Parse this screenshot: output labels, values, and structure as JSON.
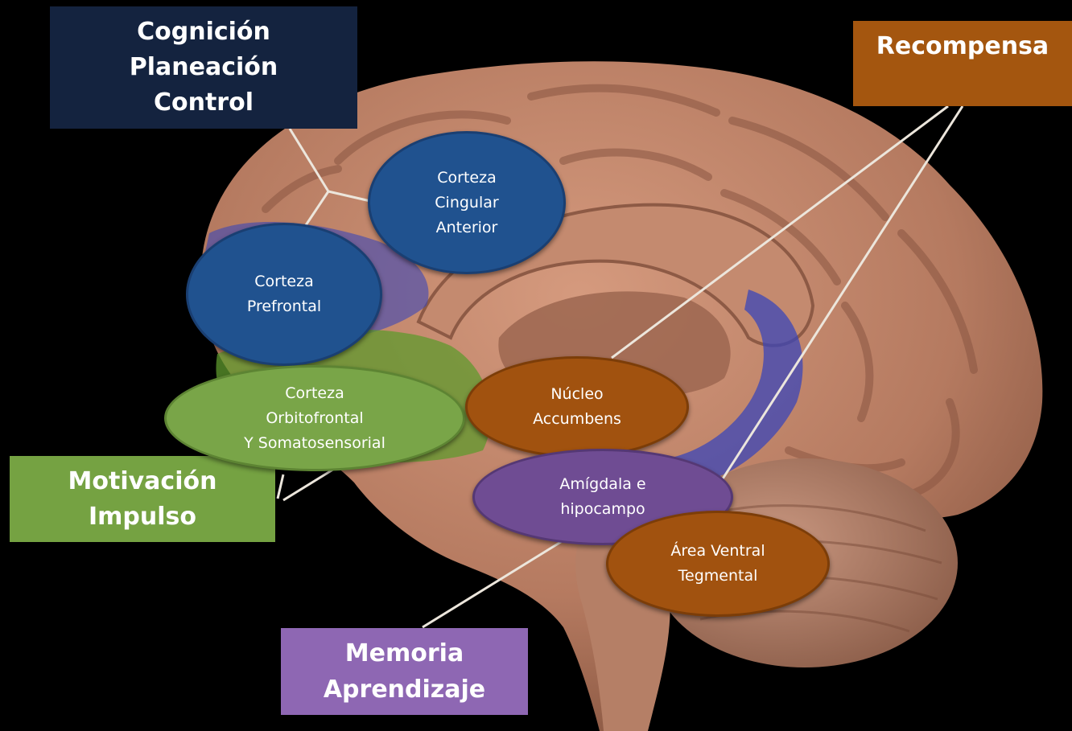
{
  "labels": {
    "cognicion": [
      "Cognición",
      "Planeación",
      "Control"
    ],
    "recompensa": "Recompensa",
    "motivacion": [
      "Motivación",
      "Impulso"
    ],
    "memoria": [
      "Memoria",
      "Aprendizaje"
    ]
  },
  "regions": {
    "cingular": [
      "Corteza",
      "Cingular",
      "Anterior"
    ],
    "prefrontal": [
      "Corteza",
      "Prefrontal"
    ],
    "orbitofrontal": [
      "Corteza",
      "Orbitofrontal",
      "Y Somatosensorial"
    ],
    "accumbens": [
      "Núcleo",
      "Accumbens"
    ],
    "amigdala": [
      "Amígdala e",
      "hipocampo"
    ],
    "vta": [
      "Área Ventral",
      "Tegmental"
    ]
  },
  "colors": {
    "background": "#000000",
    "brain": "#b97d63",
    "blue": "#20528f",
    "green": "#79a548",
    "orange": "#a1520f",
    "purple": "#6f4c93",
    "navy_box": "#14233f",
    "lavender_box": "#8e67b3",
    "connector": "#e8e4dc"
  }
}
